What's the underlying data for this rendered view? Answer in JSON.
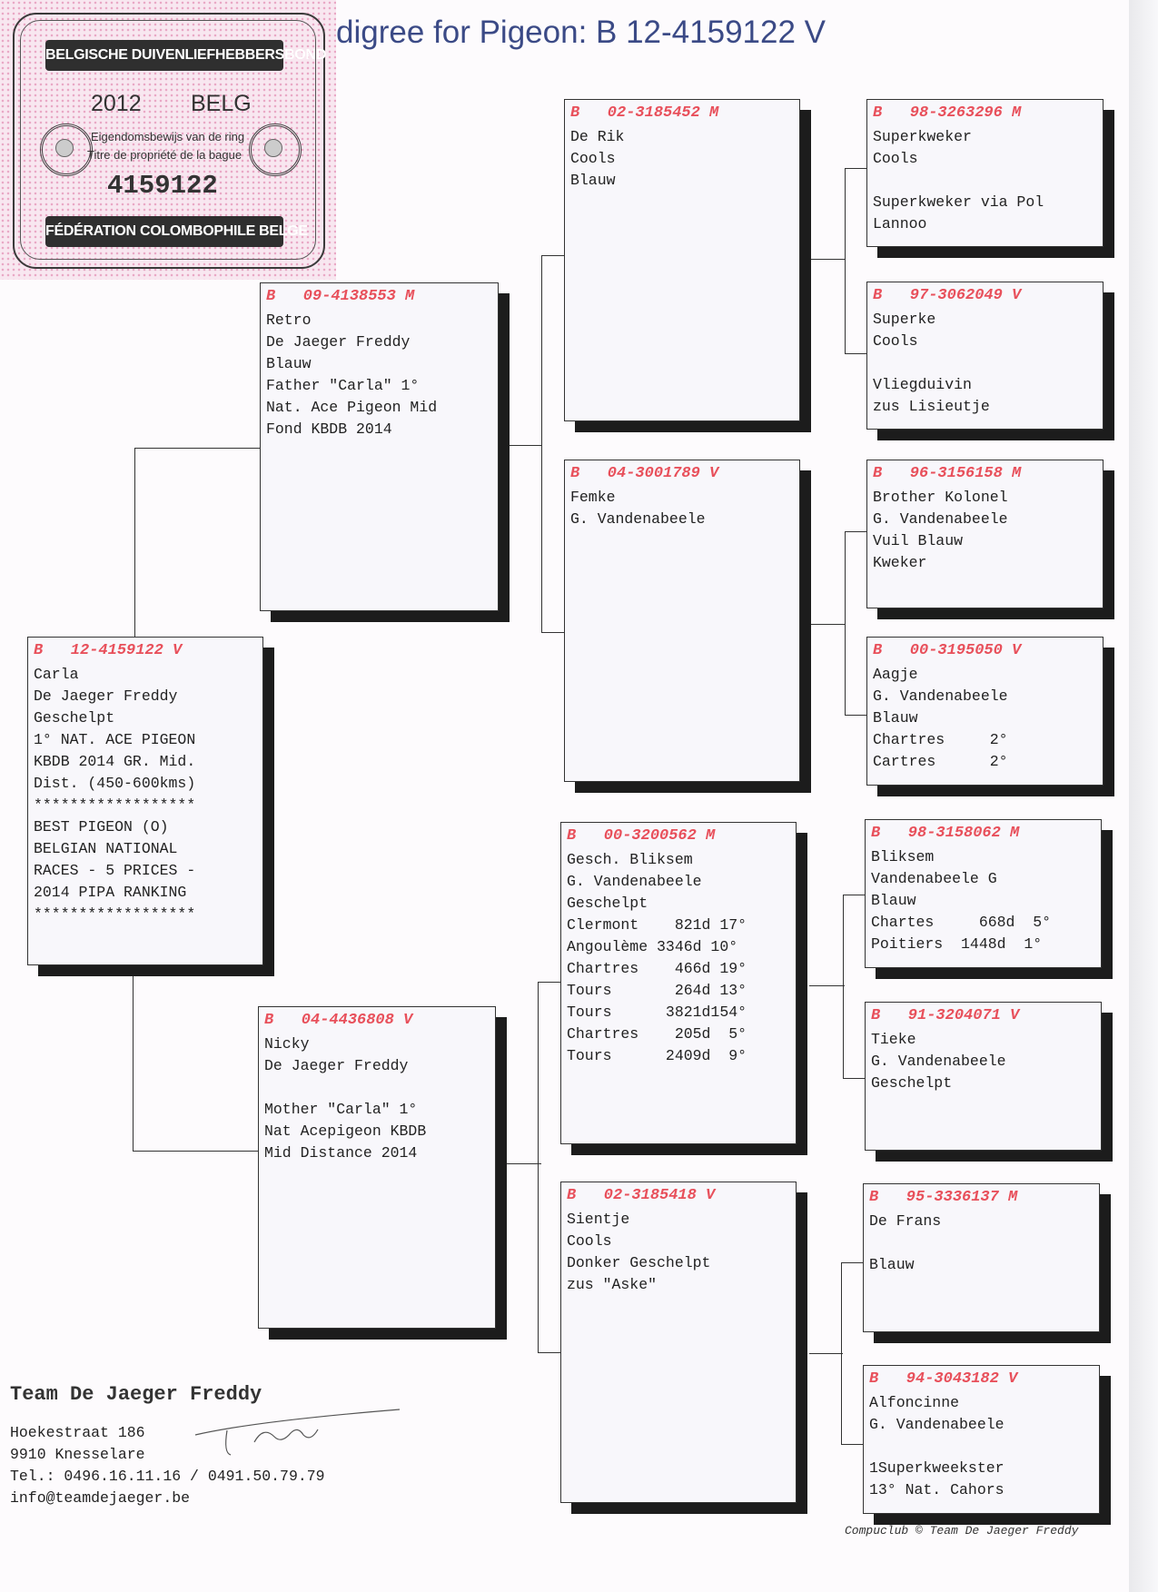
{
  "title": "digree for Pigeon: B    12-4159122 V",
  "card": {
    "top_banner": "BELGISCHE DUIVENLIEFHEBBERSBOND",
    "year": "2012",
    "country": "BELG",
    "line1": "Eigendomsbewijs van de ring",
    "line2": "Titre de propriété de la bague",
    "ring_number": "4159122",
    "bottom_banner": "FÉDÉRATION COLOMBOPHILE BELGE"
  },
  "boxes": [
    {
      "header": "B   12-4159122 V",
      "lines": [
        "Carla",
        "De Jaeger Freddy",
        "Geschelpt",
        "1° NAT. ACE PIGEON",
        "KBDB 2014 GR. Mid.",
        "Dist. (450-600kms)",
        "******************",
        "BEST PIGEON (O)",
        "BELGIAN NATIONAL",
        "RACES - 5 PRICES -",
        "2014 PIPA RANKING",
        "******************"
      ]
    },
    {
      "header": "B   09-4138553 M",
      "lines": [
        "Retro",
        "De Jaeger Freddy",
        "Blauw",
        "Father \"Carla\" 1°",
        "Nat. Ace Pigeon Mid",
        "Fond KBDB 2014"
      ]
    },
    {
      "header": "B   04-4436808 V",
      "lines": [
        "Nicky",
        "De Jaeger Freddy",
        "",
        "Mother \"Carla\" 1°",
        "Nat Acepigeon KBDB",
        "Mid Distance 2014"
      ]
    },
    {
      "header": "B   02-3185452 M",
      "lines": [
        "De Rik",
        "Cools",
        "Blauw"
      ]
    },
    {
      "header": "B   04-3001789 V",
      "lines": [
        "Femke",
        "G. Vandenabeele"
      ]
    },
    {
      "header": "B   00-3200562 M",
      "lines": [
        "Gesch. Bliksem",
        "G. Vandenabeele",
        "Geschelpt",
        "Clermont    821d 17°",
        "Angoulème 3346d 10°",
        "Chartres    466d 19°",
        "Tours       264d 13°",
        "Tours      3821d154°",
        "Chartres    205d  5°",
        "Tours      2409d  9°"
      ]
    },
    {
      "header": "B   02-3185418 V",
      "lines": [
        "Sientje",
        "Cools",
        "Donker Geschelpt",
        "zus \"Aske\""
      ]
    },
    {
      "header": "B   98-3263296 M",
      "lines": [
        "Superkweker",
        "Cools",
        "",
        "Superkweker via Pol",
        "Lannoo"
      ]
    },
    {
      "header": "B   97-3062049 V",
      "lines": [
        "Superke",
        "Cools",
        "",
        "Vliegduivin",
        "zus Lisieutje"
      ]
    },
    {
      "header": "B   96-3156158 M",
      "lines": [
        "Brother Kolonel",
        "G. Vandenabeele",
        "Vuil Blauw",
        "Kweker"
      ]
    },
    {
      "header": "B   00-3195050 V",
      "lines": [
        "Aagje",
        "G. Vandenabeele",
        "Blauw",
        "Chartres     2°",
        "Cartres      2°"
      ]
    },
    {
      "header": "B   98-3158062 M",
      "lines": [
        "Bliksem",
        "Vandenabeele G",
        "Blauw",
        "Chartes     668d  5°",
        "Poitiers  1448d  1°"
      ]
    },
    {
      "header": "B   91-3204071 V",
      "lines": [
        "Tieke",
        "G. Vandenabeele",
        "Geschelpt"
      ]
    },
    {
      "header": "B   95-3336137 M",
      "lines": [
        "De Frans",
        "",
        "Blauw"
      ]
    },
    {
      "header": "B   94-3043182 V",
      "lines": [
        "Alfoncinne",
        "G. Vandenabeele",
        "",
        "1Superkweekster",
        "13° Nat. Cahors"
      ]
    }
  ],
  "footer": {
    "name": "Team De Jaeger Freddy",
    "street": "Hoekestraat 186",
    "city": "9910  Knesselare",
    "tel": "Tel.: 0496.16.11.16 / 0491.50.79.79",
    "email": "info@teamdejaeger.be",
    "copyright": "Compuclub © Team De Jaeger Freddy"
  },
  "colors": {
    "header_red": "#e8505b",
    "title_blue": "#3b4a86"
  }
}
